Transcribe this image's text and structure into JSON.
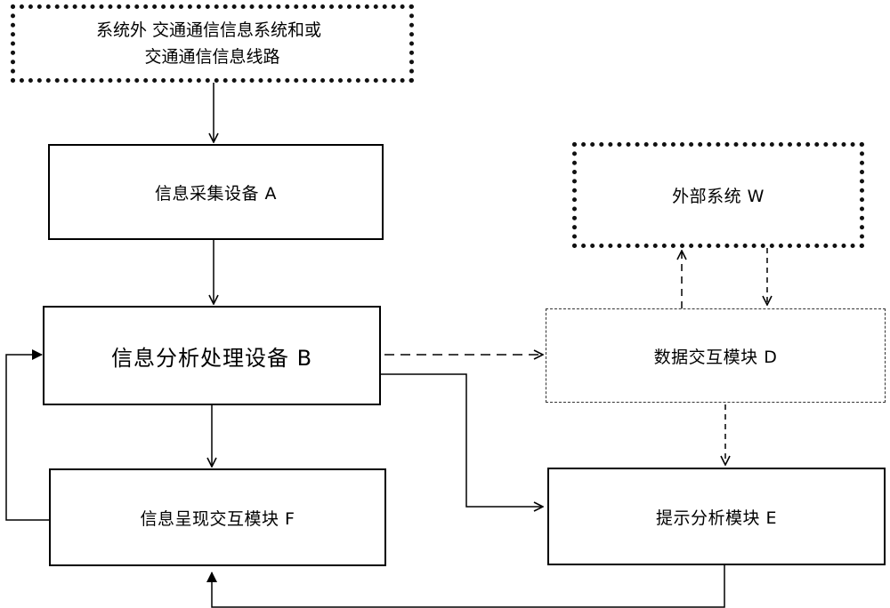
{
  "nodes": {
    "external_source": {
      "line1": "系统外   交通通信信息系统和或",
      "line2": "交通通信信息线路"
    },
    "collect_a": "信息采集设备 A",
    "analysis_b": "信息分析处理设备 B",
    "present_f": "信息呈现交互模块 F",
    "external_w": "外部系统 W",
    "exchange_d": "数据交互模块 D",
    "hint_e": "提示分析模块 E"
  }
}
